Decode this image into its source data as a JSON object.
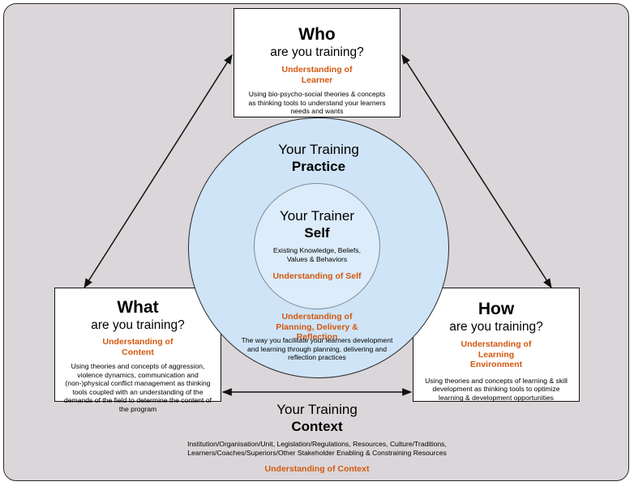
{
  "who": {
    "title": "Who",
    "question": "are you training?",
    "heading": "Understanding of Learner",
    "description": "Using bio-psycho-social theories & concepts as thinking tools to understand your learners needs and wants"
  },
  "what": {
    "title": "What",
    "question": "are you training?",
    "heading": "Understanding of Content",
    "description": "Using theories and concepts of aggression, violence dynamics, communication and (non-)physical conflict management as thinking tools coupled with an understanding of the demands of the field to determine the content of the program"
  },
  "how": {
    "title": "How",
    "question": "are you training?",
    "heading": "Understanding of Learning Environment",
    "description": "Using theories and concepts of learning & skill development as thinking tools to optimize learning & development opportunities"
  },
  "practice": {
    "title_light": "Your Training",
    "title_bold": "Practice",
    "heading": "Understanding of Planning, Delivery & Reflection",
    "description": "The way you facilitate your learners development and learning through planning, delivering and reflection practices"
  },
  "self": {
    "title_light": "Your Trainer",
    "title_bold": "Self",
    "description": "Existing Knowledge, Beliefs, Values & Behaviors",
    "heading": "Understanding of Self"
  },
  "context": {
    "title_light": "Your Training",
    "title_bold": "Context",
    "description": "Institution/Organisation/Unit, Legislation/Regulations, Resources, Culture/Traditions, Learners/Coaches/Superiors/Other Stakeholder Enabling & Constraining Resources",
    "heading": "Understanding of Context"
  },
  "colors": {
    "accent_orange": "#d3580f",
    "outer_circle": "#cfe4f7",
    "inner_circle": "#dcecfa",
    "frame_background": "#dbd6d9"
  }
}
